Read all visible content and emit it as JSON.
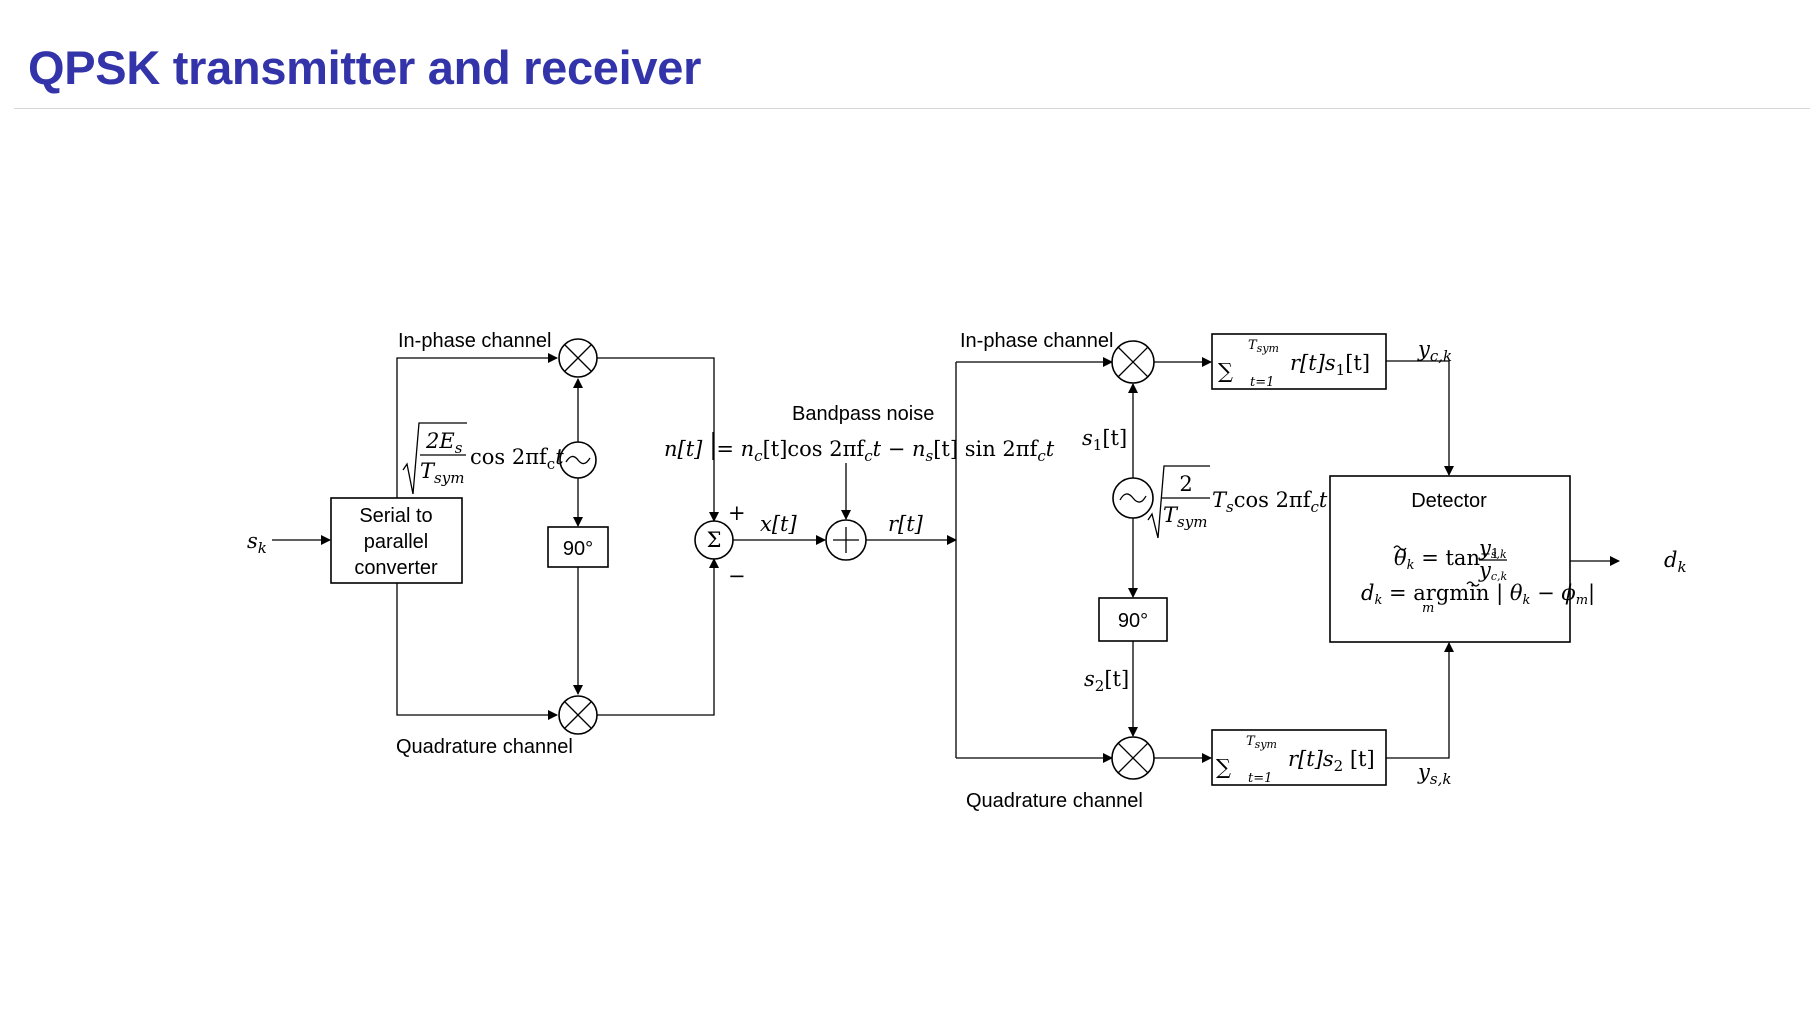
{
  "page": {
    "title": "QPSK transmitter and receiver"
  },
  "transmitter": {
    "input_symbol": "s",
    "input_sub": "k",
    "s2p_lines": [
      "Serial to",
      "parallel",
      "converter"
    ],
    "inphase_label": "In-phase channel",
    "quadrature_label": "Quadrature channel",
    "phase_shift": "90°",
    "carrier_num_coef": "2E",
    "carrier_num_sub": "s",
    "carrier_den": "T",
    "carrier_den_sub": "sym",
    "carrier_cos": "cos 2πf",
    "carrier_cos_sub": "c",
    "carrier_t": "t",
    "plus_sign": "+",
    "minus_sign": "−",
    "summer_symbol": "Σ"
  },
  "channel": {
    "noise_title": "Bandpass noise",
    "noise_lhs": "n[t]",
    "noise_eq": "= n",
    "noise_c_sub": "c",
    "noise_mid": "[t]cos 2πf",
    "noise_fc_sub": "c",
    "noise_mid2": "t − n",
    "noise_s_sub": "s",
    "noise_end": "[t] sin 2πf",
    "noise_fc_sub2": "c",
    "noise_t": "t",
    "x_label": "x[t]",
    "r_label": "r[t]"
  },
  "receiver": {
    "inphase_label": "In-phase channel",
    "quadrature_label": "Quadrature channel",
    "s1_label": "s",
    "s1_sub": "1",
    "s1_t": "[t]",
    "s2_label": "s",
    "s2_sub": "2",
    "s2_t": "[t]",
    "phase_shift": "90°",
    "lo_num": "2",
    "lo_den": "T",
    "lo_den_sub": "sym",
    "lo_ts": "T",
    "lo_ts_sub": "s",
    "lo_cos": "cos 2πf",
    "lo_cos_sub": "c",
    "lo_t": "t",
    "sum_upper": "T",
    "sum_upper_sub": "sym",
    "sum_lower": "t=1",
    "corr1_body": "r[t]s",
    "corr1_sub": "1",
    "corr1_end": "[t]",
    "corr2_body": "r[t]s",
    "corr2_sub": "2",
    "corr2_end": " [t]",
    "yc_label": "y",
    "yc_sub": "c,k",
    "ys_label": "y",
    "ys_sub": "s,k",
    "detector_title": "Detector",
    "det_eq1_lhs": "θ",
    "det_eq1_lhs_sub": "k",
    "det_eq1_mid": " = tan",
    "det_eq1_sup": "−1",
    "det_eq1_num": "y",
    "det_eq1_num_sub": "s,k",
    "det_eq1_den": "y",
    "det_eq1_den_sub": "c,k",
    "det_eq2_lhs": "d",
    "det_eq2_lhs_sub": "k",
    "det_eq2_mid": " = argmin | ",
    "det_eq2_arg_sub": "m",
    "det_eq2_theta": "θ",
    "det_eq2_theta_sub": "k",
    "det_eq2_end": " − ϕ",
    "det_eq2_end_sub": "m",
    "det_eq2_close": "|",
    "output_symbol": "d",
    "output_sub": "k"
  }
}
